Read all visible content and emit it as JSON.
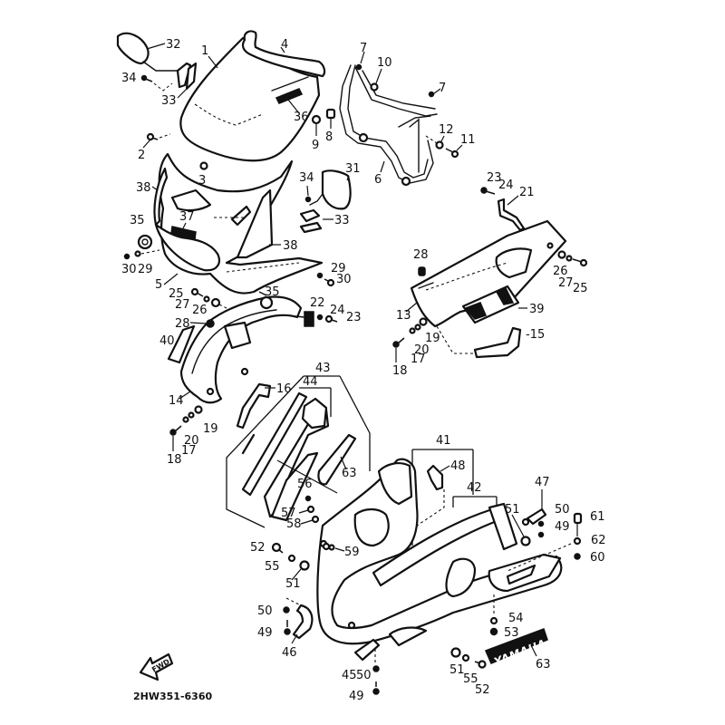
{
  "diagram": {
    "title_code": "2HW351-6360",
    "fwd_label": "FWD",
    "emblem_text": "YAMAHA",
    "ink_color": "#111111",
    "paper_color": "#ffffff"
  },
  "labels": {
    "l1": "1",
    "l2": "2",
    "l3": "3",
    "l4": "4",
    "l5": "5",
    "l6": "6",
    "l7a": "7",
    "l7b": "7",
    "l8": "8",
    "l9": "9",
    "l10": "10",
    "l11": "11",
    "l12": "12",
    "l13": "13",
    "l14": "14",
    "l15": "-15",
    "l16": "16",
    "l17a": "17",
    "l17b": "17",
    "l18a": "18",
    "l18b": "18",
    "l19a": "19",
    "l19b": "19",
    "l20a": "20",
    "l20b": "20",
    "l21": "21",
    "l22": "22",
    "l23a": "23",
    "l23b": "23",
    "l24a": "24",
    "l24b": "24",
    "l25a": "25",
    "l25b": "25",
    "l26a": "26",
    "l26b": "26",
    "l27a": "27",
    "l27b": "27",
    "l28a": "28",
    "l28b": "28",
    "l29a": "29",
    "l29b": "29",
    "l30a": "30",
    "l30b": "30",
    "l31": "31",
    "l32": "32",
    "l33a": "33",
    "l33b": "33",
    "l34a": "34",
    "l34b": "34",
    "l35a": "35",
    "l35b": "35",
    "l36": "36",
    "l37": "37",
    "l38a": "38",
    "l38b": "38",
    "l39": "39",
    "l40": "40",
    "l41": "41",
    "l42": "42",
    "l43": "43",
    "l44": "44",
    "l45": "45",
    "l46": "46",
    "l47": "47",
    "l48": "48",
    "l49a": "49",
    "l49b": "49",
    "l49c": "49",
    "l50a": "50",
    "l50b": "50",
    "l50c": "50",
    "l51a": "51",
    "l51b": "51",
    "l51c": "51",
    "l52a": "52",
    "l52b": "52",
    "l53": "53",
    "l54": "54",
    "l55a": "55",
    "l55b": "55",
    "l56": "56",
    "l57": "57",
    "l58": "58",
    "l59": "59",
    "l60": "60",
    "l61": "61",
    "l62": "62",
    "l63a": "63",
    "l63b": "63"
  }
}
